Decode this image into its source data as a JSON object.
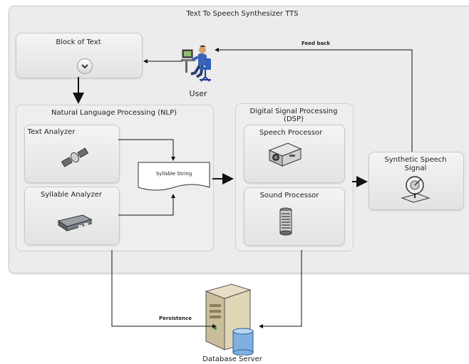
{
  "diagram": {
    "title": "Text To Speech Synthesizer TTS",
    "block_of_text": "Block of Text",
    "user": "User",
    "feedback": "Feed back",
    "nlp": "Natural Language Processing (NLP)",
    "text_analyzer": "Text Analyzer",
    "syllable_analyzer": "Syllable Analyzer",
    "syllable_string": "Syllable String",
    "dsp_line1": "Digital Signal Processing",
    "dsp_line2": "(DSP)",
    "speech_processor": "Speech Processor",
    "sound_processor": "Sound Processor",
    "synthetic_line1": "Synthetic Speech",
    "synthetic_line2": "Signal",
    "persistence": "Persistence",
    "database_server": "Database Server"
  },
  "icons": [
    "chevron-down-icon",
    "user-at-computer-icon",
    "satellite-icon",
    "network-device-icon",
    "projector-icon",
    "speaker-icon",
    "satellite-dish-icon",
    "database-server-icon"
  ]
}
